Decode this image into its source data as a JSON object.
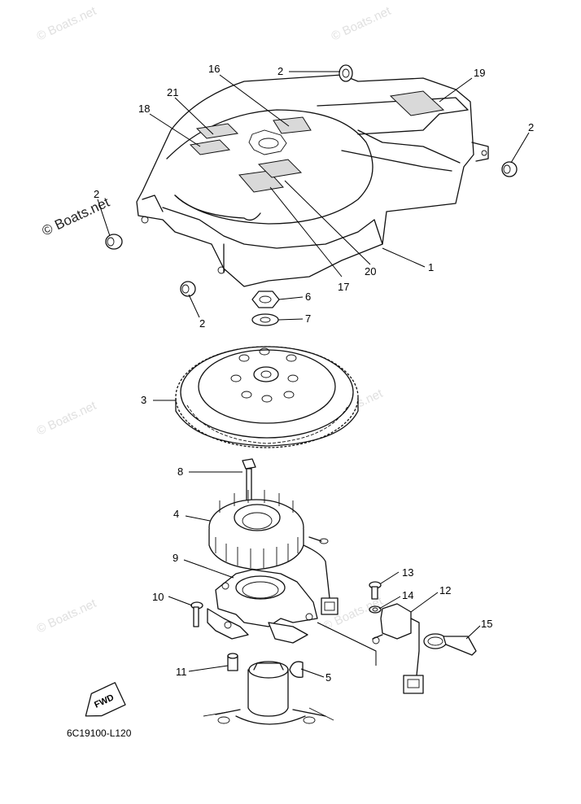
{
  "diagram_code": "6C19100-L120",
  "fwd_label": "FWD",
  "watermark_text": "© Boats.net",
  "callouts": {
    "c1": "1",
    "c2a": "2",
    "c2b": "2",
    "c2c": "2",
    "c2d": "2",
    "c3": "3",
    "c4": "4",
    "c5": "5",
    "c6": "6",
    "c7": "7",
    "c8": "8",
    "c9": "9",
    "c10": "10",
    "c11": "11",
    "c12": "12",
    "c13": "13",
    "c14": "14",
    "c15": "15",
    "c16": "16",
    "c17": "17",
    "c18": "18",
    "c19": "19",
    "c20": "20",
    "c21": "21"
  },
  "colors": {
    "line": "#111111",
    "watermark": "#e0e0e0",
    "background": "#ffffff"
  }
}
